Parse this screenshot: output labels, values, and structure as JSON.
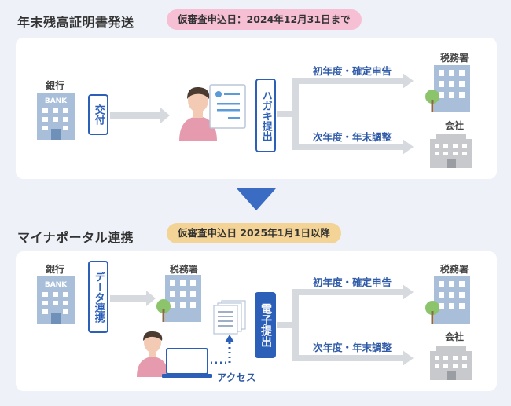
{
  "section1": {
    "title": "年末残高証明書発送",
    "badge": "仮審査申込日：2024年12月31日まで",
    "bank_label": "銀行",
    "bank_sign": "BANK",
    "issue_label": "交付",
    "submit_label": "ハガキ提出",
    "upper_flow": "初年度・確定申告",
    "lower_flow": "次年度・年末調整",
    "tax_office": "税務署",
    "company": "会社"
  },
  "section2": {
    "title": "マイナポータル連携",
    "badge": "仮審査申込日 2025年1月1日以降",
    "bank_label": "銀行",
    "bank_sign": "BANK",
    "link_label": "データ連携",
    "tax_office_mid": "税務署",
    "submit_label": "電子提出",
    "access_label": "アクセス",
    "upper_flow": "初年度・確定申告",
    "lower_flow": "次年度・年末調整",
    "tax_office": "税務署",
    "company": "会社"
  },
  "colors": {
    "background": "#eef2f8",
    "accent_blue": "#2c5fb8",
    "badge_pink": "#f6bfd3",
    "badge_yellow": "#f4d496",
    "building_blue": "#a9bfd9",
    "arrow_gray": "#d6d9de"
  },
  "icons": [
    "bank-icon",
    "person-icon",
    "document-icon",
    "tax-office-icon",
    "company-icon",
    "laptop-icon",
    "documents-stack-icon",
    "down-triangle-icon"
  ]
}
